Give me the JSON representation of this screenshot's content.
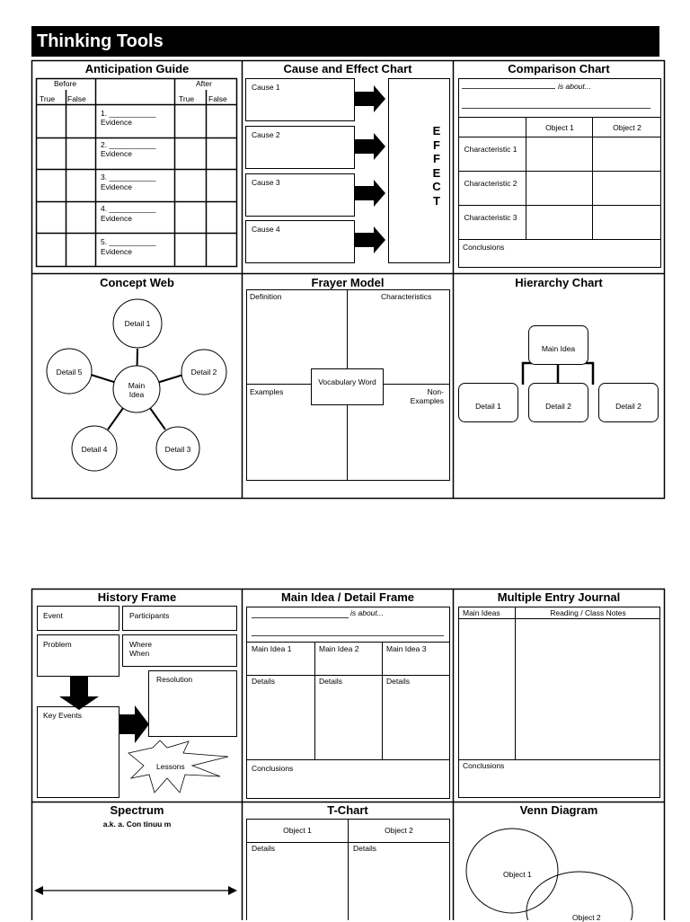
{
  "title": "Thinking Tools",
  "anticipation": {
    "heading": "Anticipation Guide",
    "before": "Before",
    "after": "After",
    "true_label": "True",
    "false_label": "False",
    "items": [
      {
        "num": "1. ___________",
        "evidence": "Evidence"
      },
      {
        "num": "2. ___________",
        "evidence": "Evidence"
      },
      {
        "num": "3. ___________",
        "evidence": "Evidence"
      },
      {
        "num": "4. ___________",
        "evidence": "Evidence"
      },
      {
        "num": "5. ___________",
        "evidence": "Evidence"
      }
    ]
  },
  "cause_effect": {
    "heading": "Cause and Effect Chart",
    "causes": [
      "Cause 1",
      "Cause 2",
      "Cause 3",
      "Cause 4"
    ],
    "effect_letters": [
      "E",
      "F",
      "F",
      "E",
      "C",
      "T"
    ]
  },
  "comparison": {
    "heading": "Comparison Chart",
    "is_about": "is about...",
    "object1": "Object 1",
    "object2": "Object 2",
    "characteristics": [
      "Characteristic 1",
      "Characteristic 2",
      "Characteristic 3"
    ],
    "conclusions": "Conclusions"
  },
  "concept_web": {
    "heading": "Concept Web",
    "main": "Main Idea",
    "details": [
      "Detail 1",
      "Detail 2",
      "Detail 3",
      "Detail 4",
      "Detail 5"
    ]
  },
  "frayer": {
    "heading": "Frayer Model",
    "definition": "Definition",
    "characteristics": "Characteristics",
    "examples": "Examples",
    "non_examples": "Non-Examples",
    "center": "Vocabulary Word"
  },
  "hierarchy": {
    "heading": "Hierarchy Chart",
    "main": "Main Idea",
    "details": [
      "Detail 1",
      "Detail 2",
      "Detail 2"
    ]
  },
  "history": {
    "heading": "History Frame",
    "event": "Event",
    "participants": "Participants",
    "problem": "Problem",
    "where_when": "Where When",
    "resolution": "Resolution",
    "key_events": "Key Events",
    "lessons": "Lessons"
  },
  "main_detail": {
    "heading": "Main Idea / Detail Frame",
    "is_about": "is about...",
    "main_ideas": [
      "Main Idea 1",
      "Main Idea 2",
      "Main Idea 3"
    ],
    "details": [
      "Details",
      "Details",
      "Details"
    ],
    "conclusions": "Conclusions"
  },
  "journal": {
    "heading": "Multiple Entry Journal",
    "col1": "Main Ideas",
    "col2": "Reading / Class Notes",
    "conclusions": "Conclusions"
  },
  "spectrum": {
    "heading": "Spectrum",
    "subheading": "a.k. a. Con tinuu m"
  },
  "tchart": {
    "heading": "T-Chart",
    "object1": "Object 1",
    "object2": "Object 2",
    "details1": "Details",
    "details2": "Details"
  },
  "venn": {
    "heading": "Venn Diagram",
    "object1": "Object 1",
    "object2": "Object  2"
  }
}
